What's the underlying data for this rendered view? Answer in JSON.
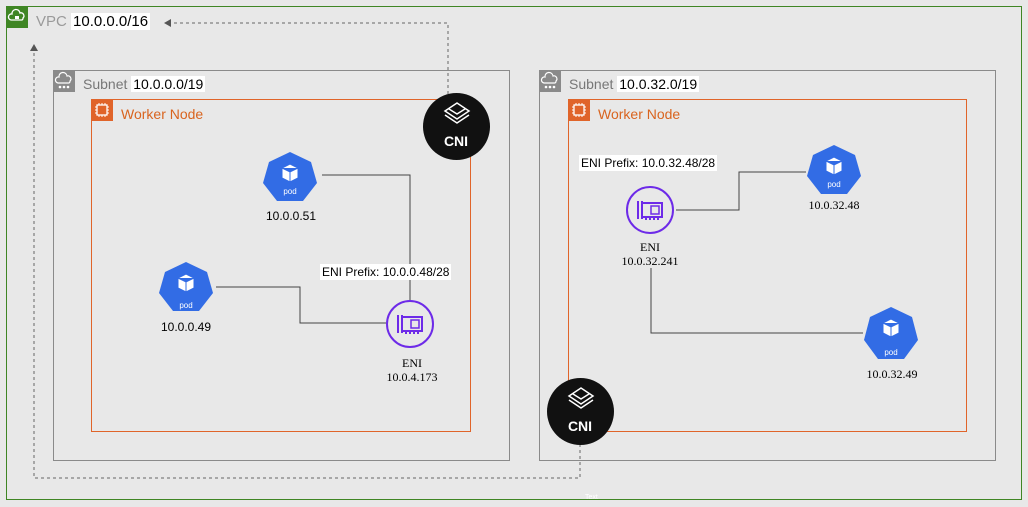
{
  "vpc": {
    "label": "VPC",
    "cidr": "10.0.0.0/16"
  },
  "subnets": [
    {
      "label": "Subnet",
      "cidr": "10.0.0.0/19",
      "node_label": "Worker Node",
      "pods": [
        "10.0.0.51",
        "10.0.0.49"
      ],
      "pod_text": "pod",
      "eni": {
        "label": "ENI",
        "ip": "10.0.4.173"
      },
      "prefix_label": "ENI Prefix:",
      "prefix_value": "10.0.0.48/28"
    },
    {
      "label": "Subnet",
      "cidr": "10.0.32.0/19",
      "node_label": "Worker Node",
      "pods": [
        "10.0.32.48",
        "10.0.32.49"
      ],
      "pod_text": "pod",
      "eni": {
        "label": "ENI",
        "ip": "10.0.32.241"
      },
      "prefix_label": "ENI Prefix:",
      "prefix_value": "10.0.32.48/28"
    }
  ],
  "cni_label": "CNI",
  "footer_tiny": "Text",
  "colors": {
    "vpc": "#3f8624",
    "subnet": "#8a8a8a",
    "node": "#e0642a",
    "pod": "#326ce5",
    "eni": "#6d2ae8",
    "cni": "#111111"
  },
  "icons": [
    "vpc-cloud-icon",
    "subnet-cloud-icon",
    "ec2-chip-icon",
    "kubernetes-pod-icon",
    "eni-card-icon",
    "cni-plugin-icon"
  ]
}
